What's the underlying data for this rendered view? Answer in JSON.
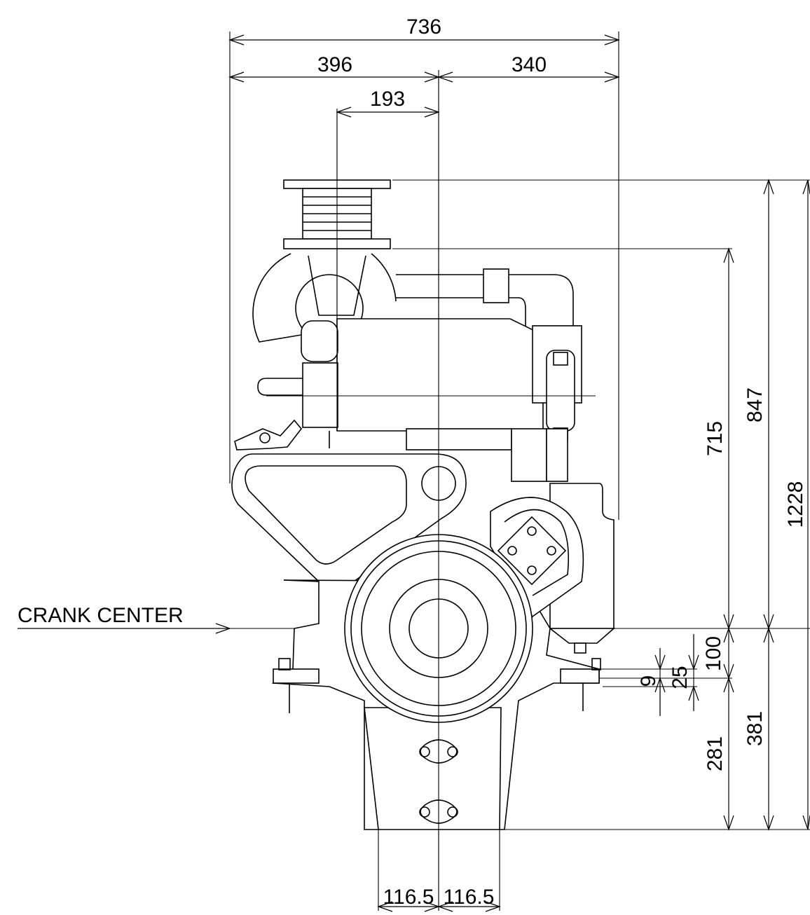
{
  "label": {
    "crank_center": "CRANK CENTER"
  },
  "dimensions": {
    "overall_width": "736",
    "left_width": "396",
    "right_width": "340",
    "offset_193": "193",
    "height_715": "715",
    "height_847": "847",
    "height_1228": "1228",
    "height_100": "100",
    "height_25": "25",
    "height_9": "9",
    "height_281": "281",
    "height_381": "381",
    "base_left": "116.5",
    "base_right": "116.5"
  }
}
